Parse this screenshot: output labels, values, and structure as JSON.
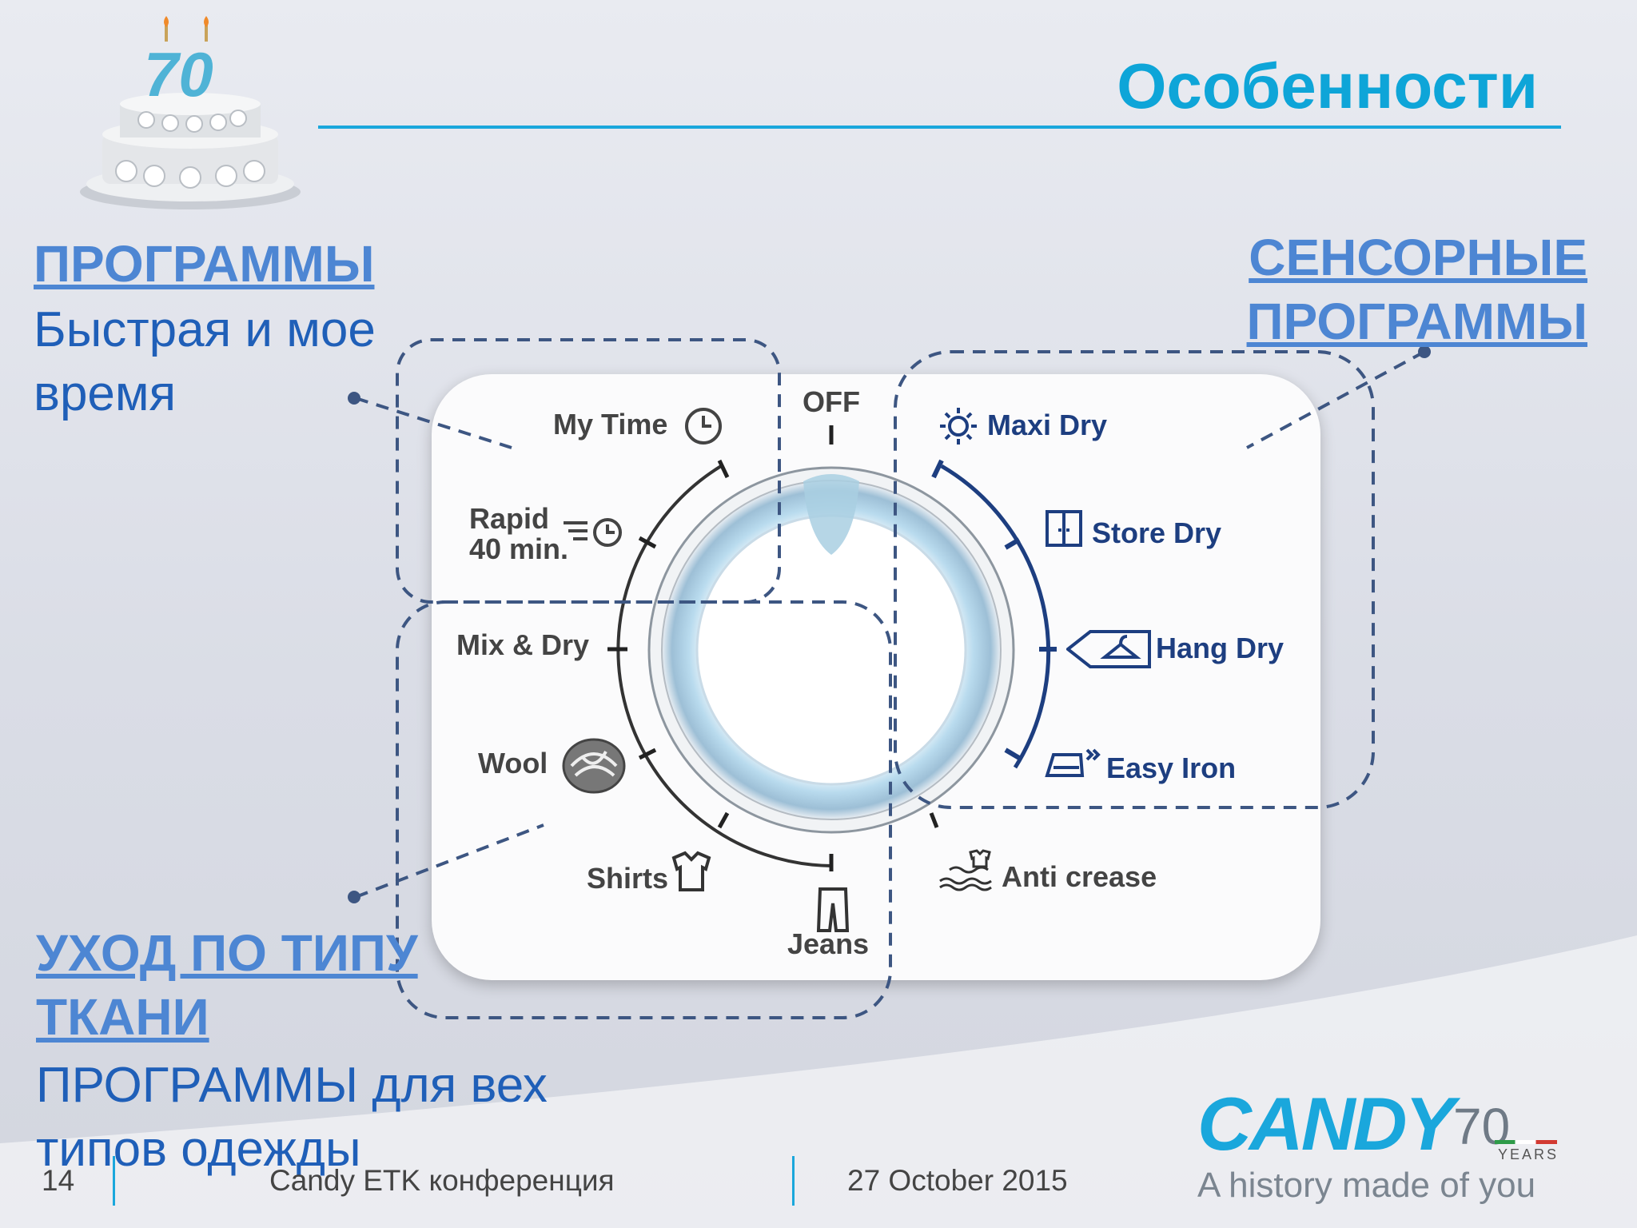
{
  "slide": {
    "title": "Особенности",
    "page_number": "14",
    "footer_text": "Candy ETK конференция",
    "date": "27 October 2015"
  },
  "left_top": {
    "heading": "ПРОГРАММЫ",
    "line1": "Быстрая и мое",
    "line2": "время"
  },
  "right_top": {
    "heading_line1": "СЕНСОРНЫЕ",
    "heading_line2": "ПРОГРАММЫ"
  },
  "left_bottom": {
    "heading_line1": "УХОД ПО ТИПУ",
    "heading_line2": "ТКАНИ",
    "line1": "ПРОГРАММЫ для вех",
    "line2": "типов одежды"
  },
  "dial": {
    "off": "OFF",
    "my_time": "My Time",
    "rapid_line1": "Rapid",
    "rapid_line2": "40 min.",
    "mix_dry": "Mix & Dry",
    "wool": "Wool",
    "shirts": "Shirts",
    "jeans": "Jeans",
    "maxi_dry": "Maxi Dry",
    "store_dry": "Store Dry",
    "hang_dry": "Hang Dry",
    "easy_iron": "Easy Iron",
    "anti_crease": "Anti crease"
  },
  "logo": {
    "brand": "CANDY",
    "anniversary": "70",
    "years": "YEARS",
    "tagline": "A history made of you",
    "cake_number": "70"
  },
  "colors": {
    "title": "#0ea5d8",
    "heading": "#4d86d3",
    "body_text": "#1f5fb8",
    "dashed_frame": "#3d5682",
    "dial_dark": "#1d3e80"
  }
}
